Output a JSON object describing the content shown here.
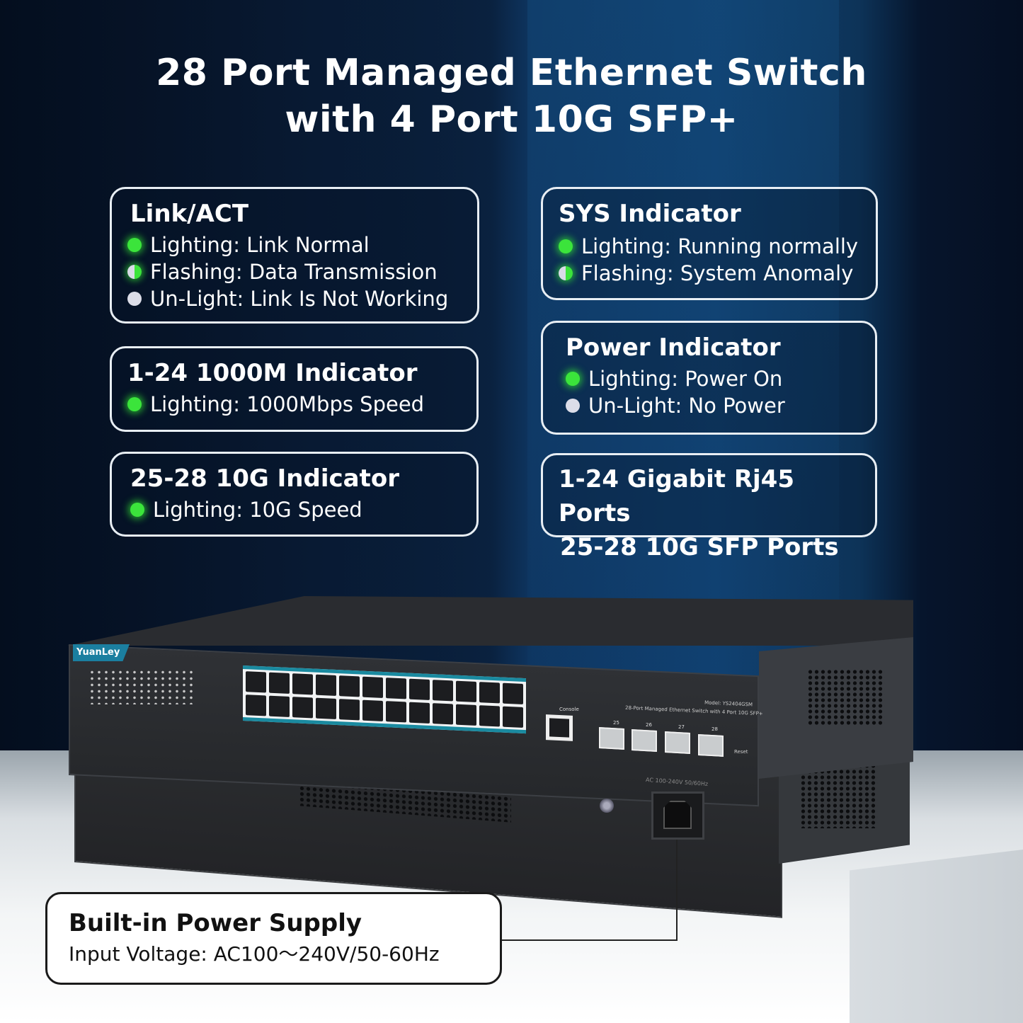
{
  "title": {
    "line1": "28 Port Managed Ethernet Switch",
    "line2": "with 4 Port 10G SFP+"
  },
  "colors": {
    "led_green": "#3be43b",
    "led_off": "#dcdde8",
    "accent_teal": "#1a8aa0",
    "background_navy": "#0a1a2e"
  },
  "cards": {
    "link_act": {
      "title": "Link/ACT",
      "items": [
        {
          "indicator": "green-led",
          "text": "Lighting: Link Normal"
        },
        {
          "indicator": "flashing-led",
          "text": "Flashing: Data Transmission"
        },
        {
          "indicator": "off-led",
          "text": "Un-Light: Link Is Not Working"
        }
      ]
    },
    "sys_indicator": {
      "title": "SYS Indicator",
      "items": [
        {
          "indicator": "green-led",
          "text": "Lighting: Running normally"
        },
        {
          "indicator": "flashing-led",
          "text": "Flashing: System Anomaly"
        }
      ]
    },
    "gigabit_indicator": {
      "title": "1-24 1000M Indicator",
      "items": [
        {
          "indicator": "green-led",
          "text": "Lighting: 1000Mbps Speed"
        }
      ]
    },
    "power_indicator": {
      "title": "Power Indicator",
      "items": [
        {
          "indicator": "green-led",
          "text": "Lighting: Power On"
        },
        {
          "indicator": "off-led",
          "text": "Un-Light: No Power"
        }
      ]
    },
    "tengig_indicator": {
      "title": "25-28 10G Indicator",
      "items": [
        {
          "indicator": "green-led",
          "text": "Lighting: 10G Speed"
        }
      ]
    },
    "ports_summary": {
      "line1": "1-24 Gigabit Rj45 Ports",
      "line2": "25-28 10G SFP Ports"
    }
  },
  "device": {
    "brand": "YuanLey",
    "model": "Model: YS2404GSM",
    "description": "28-Port Managed Ethernet Switch with 4 Port 10G SFP+",
    "console_label": "Console",
    "reset_label": "Reset",
    "sfp_ports": [
      "25",
      "26",
      "27",
      "28"
    ],
    "rj45_port_count": 24,
    "socket_label": "AC 100-240V 50/60Hz"
  },
  "power_supply": {
    "title": "Built-in Power Supply",
    "subtitle": "Input Voltage: AC100～240V/50-60Hz"
  }
}
